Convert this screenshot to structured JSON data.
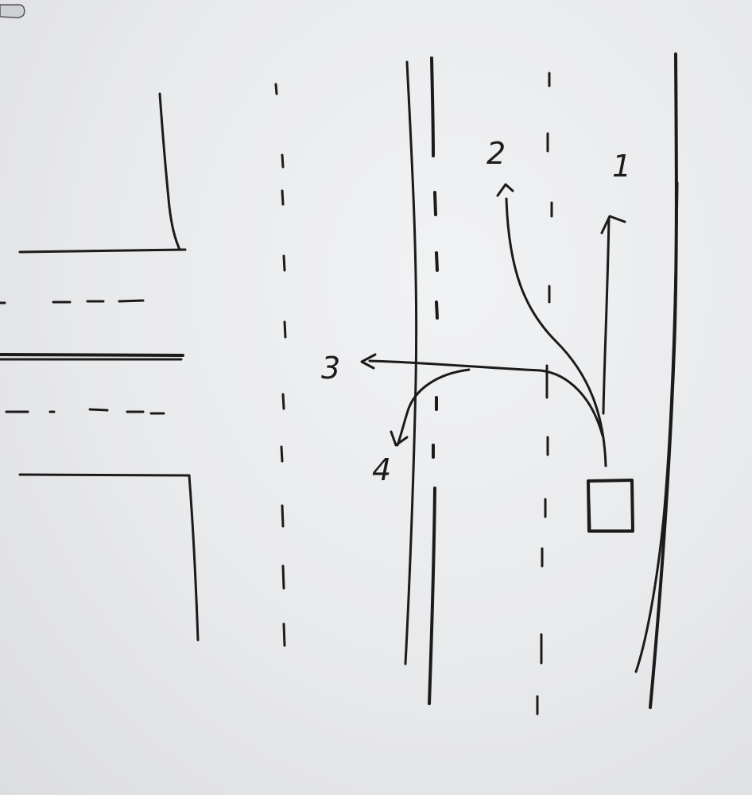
{
  "colors": {
    "ink": "#1b1b1b",
    "board": "#e9eaec"
  },
  "labels": {
    "path_1": "1",
    "path_2": "2",
    "path_3": "3",
    "path_4": "4"
  }
}
